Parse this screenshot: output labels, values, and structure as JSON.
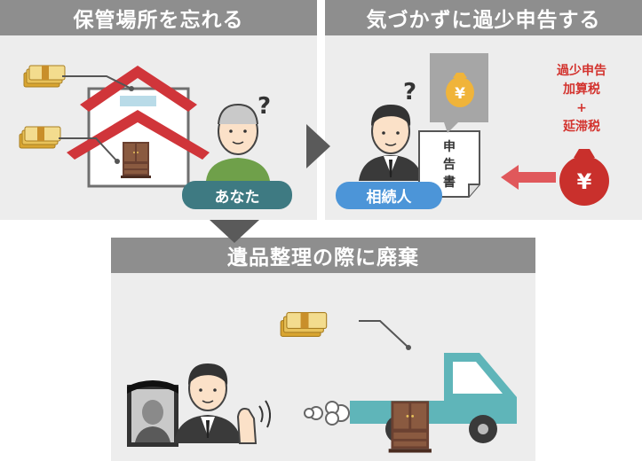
{
  "panels": {
    "top_left": {
      "title": "保管場所を忘れる"
    },
    "top_right": {
      "title": "気づかずに過少申告する"
    },
    "bottom": {
      "title": "遺品整理の際に廃棄"
    }
  },
  "labels": {
    "you": "あなた",
    "heir": "相続人",
    "form_chars": [
      "申",
      "告",
      "書"
    ],
    "yen": "¥"
  },
  "penalty": {
    "line1": "過少申告",
    "line2": "加算税",
    "line3": "+",
    "line4": "延滞税"
  },
  "colors": {
    "header_gray": "#8e8e8e",
    "panel_bg": "#ededed",
    "roof_red": "#d0353a",
    "you_pill": "#3e7a82",
    "heir_pill": "#4c95d8",
    "penalty_red": "#d3332e",
    "truck": "#5fb5b9",
    "money_gold": "#e8b33c",
    "cabinet_brown": "#6b4131"
  }
}
